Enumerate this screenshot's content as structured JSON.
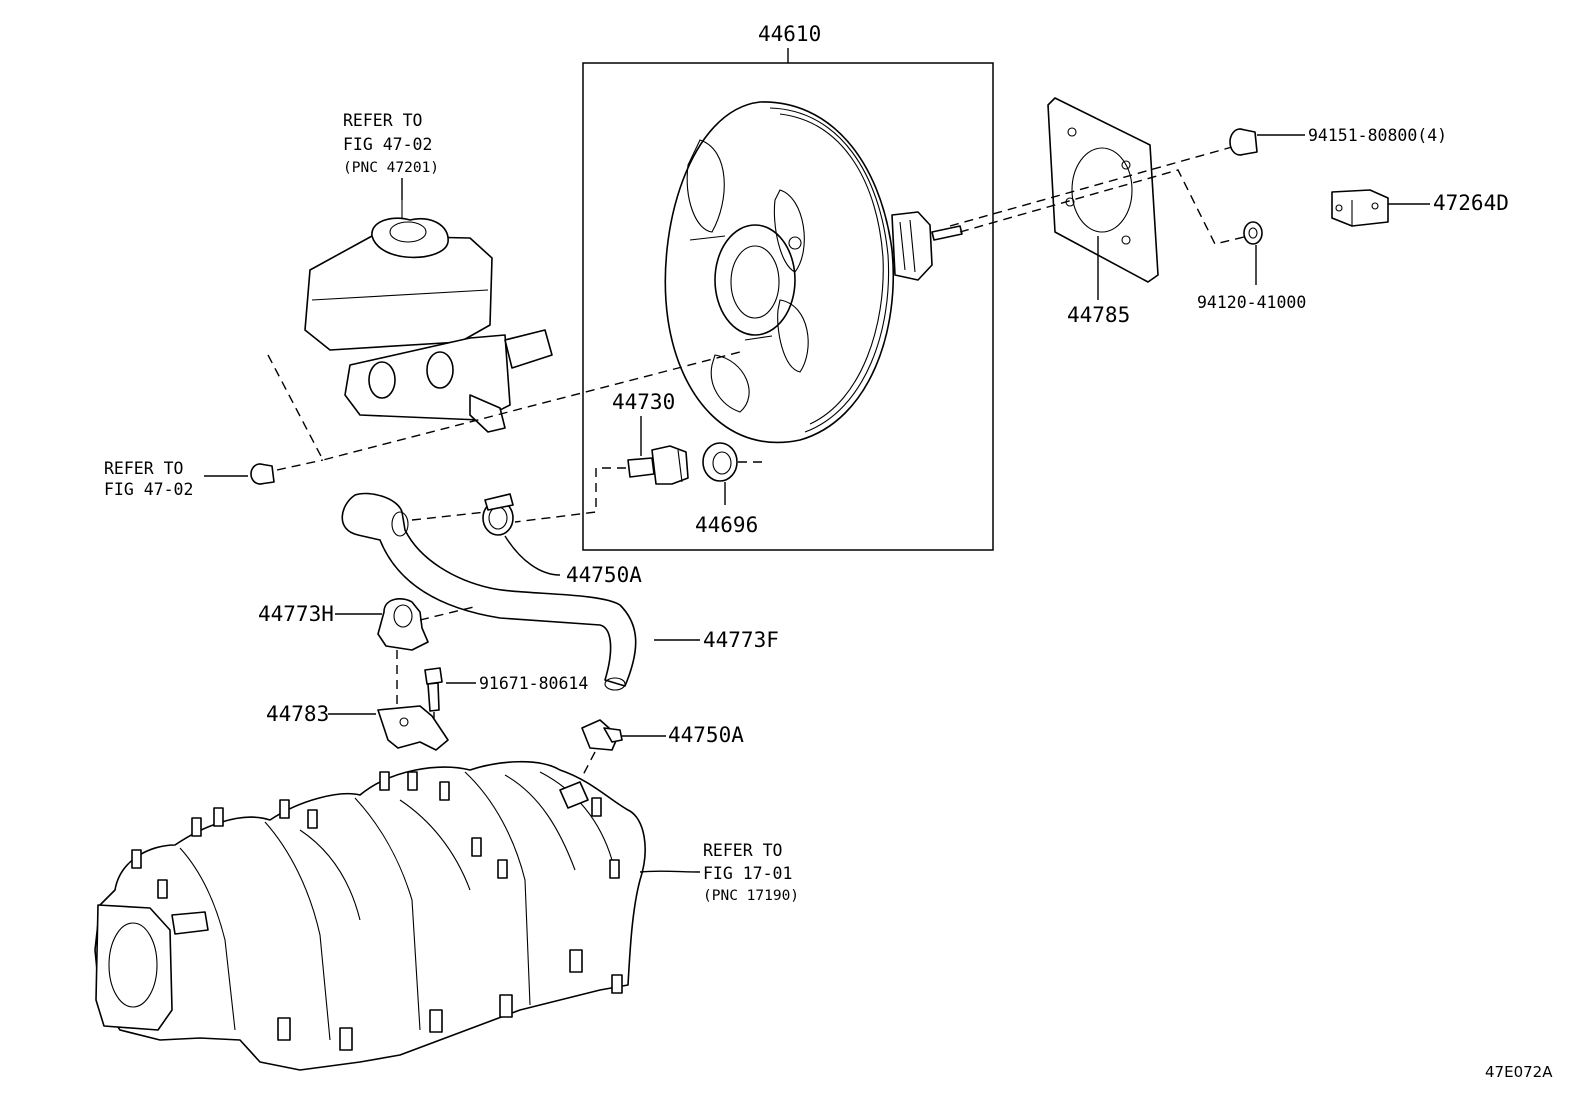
{
  "callouts": {
    "booster_assembly": "44610",
    "master_cyl_ref": {
      "line1": "REFER TO",
      "line2": "FIG 47-02",
      "line3": "(PNC 47201)"
    },
    "nut_ref": {
      "line1": "REFER TO",
      "line2": "FIG 47-02"
    },
    "manifold_ref": {
      "line1": "REFER TO",
      "line2": "FIG 17-01",
      "line3": "(PNC 17190)"
    },
    "nut_94151": "94151-80800(4)",
    "clevis_47264d": "47264D",
    "gasket_44785": "44785",
    "washer_94120": "94120-41000",
    "check_valve_44730": "44730",
    "grommet_44696": "44696",
    "clamp_44750a_upper": "44750A",
    "clamp_44773h": "44773H",
    "hose_44773f": "44773F",
    "bolt_91671": "91671-80614",
    "bracket_44783": "44783",
    "clamp_44750a_lower": "44750A"
  },
  "figure_code": "47E072A"
}
